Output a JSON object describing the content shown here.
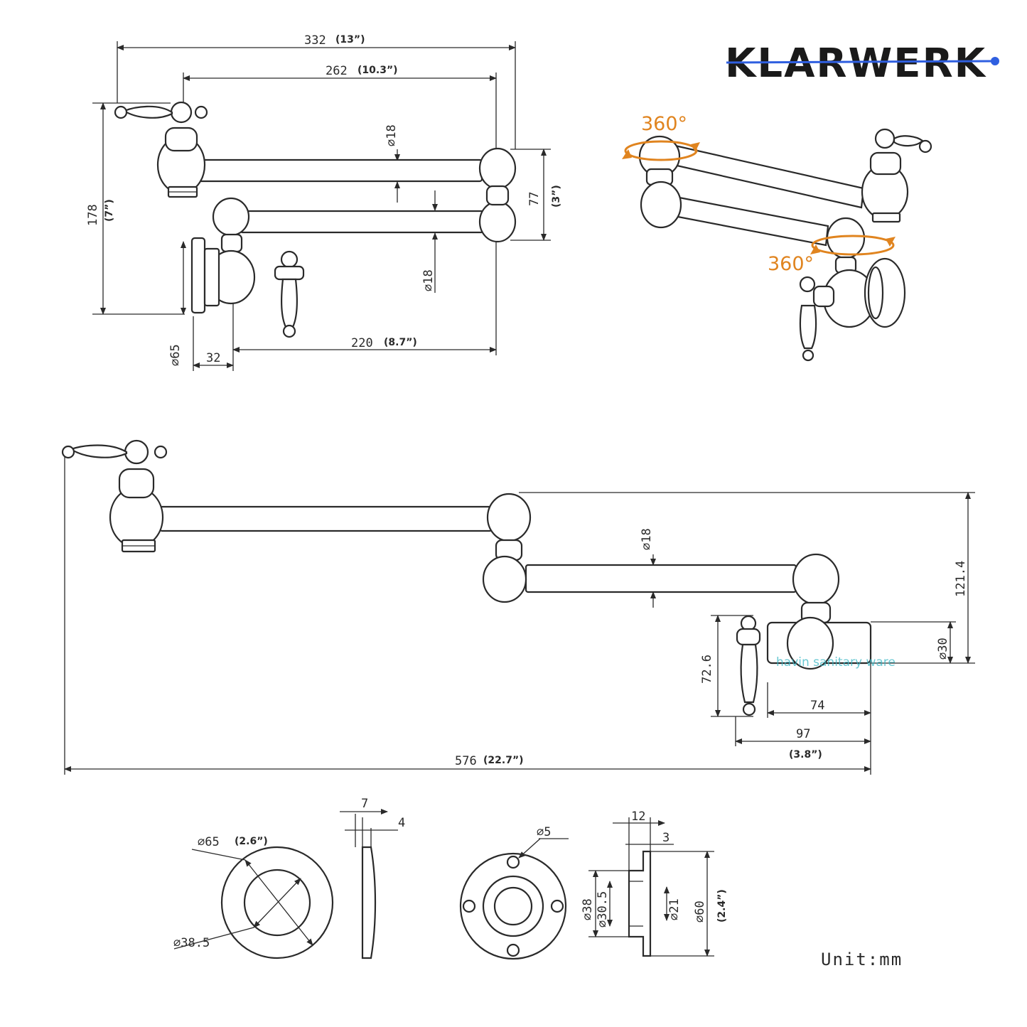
{
  "brand": {
    "name": "KLARWERK",
    "accent": "#2f5fe0"
  },
  "rotation_color": "#e0841f",
  "watermark_color": "#38b6c4",
  "rotation_labels": [
    "360°",
    "360°"
  ],
  "watermark": "havin sanitary ware",
  "unit_label": "Unit:mm",
  "top_view": {
    "overall_length": "332",
    "overall_length_in": "(13”)",
    "arm_length": "262",
    "arm_length_in": "(10.3”)",
    "height": "178",
    "height_in": "(7”)",
    "joint_spacing": "77",
    "joint_spacing_in": "(3”)",
    "pipe_dia_upper": "⌀18",
    "pipe_dia_lower": "⌀18",
    "flange_dia": "⌀65",
    "flange_offset": "32",
    "lower_arm_length": "220",
    "lower_arm_length_in": "(8.7”)"
  },
  "extended_view": {
    "total_length": "576",
    "total_length_in": "(22.7”)",
    "pipe_dia": "⌀18",
    "height": "121.4",
    "body_dia": "⌀30",
    "handle_height": "72.6",
    "body_length": "74",
    "depth": "97",
    "depth_in": "(3.8”)"
  },
  "cover_plate": {
    "outer_dia": "⌀65",
    "outer_dia_in": "(2.6”)",
    "inner_dia": "⌀38.5",
    "thickness_total": "7",
    "thickness": "4"
  },
  "mount_flange": {
    "hole_dia": "⌀5",
    "width": "12",
    "lip": "3",
    "dia_38": "⌀38",
    "dia_30_5": "⌀30.5",
    "dia_21": "⌀21",
    "dia_60": "⌀60",
    "dia_60_in": "(2.4”)"
  }
}
